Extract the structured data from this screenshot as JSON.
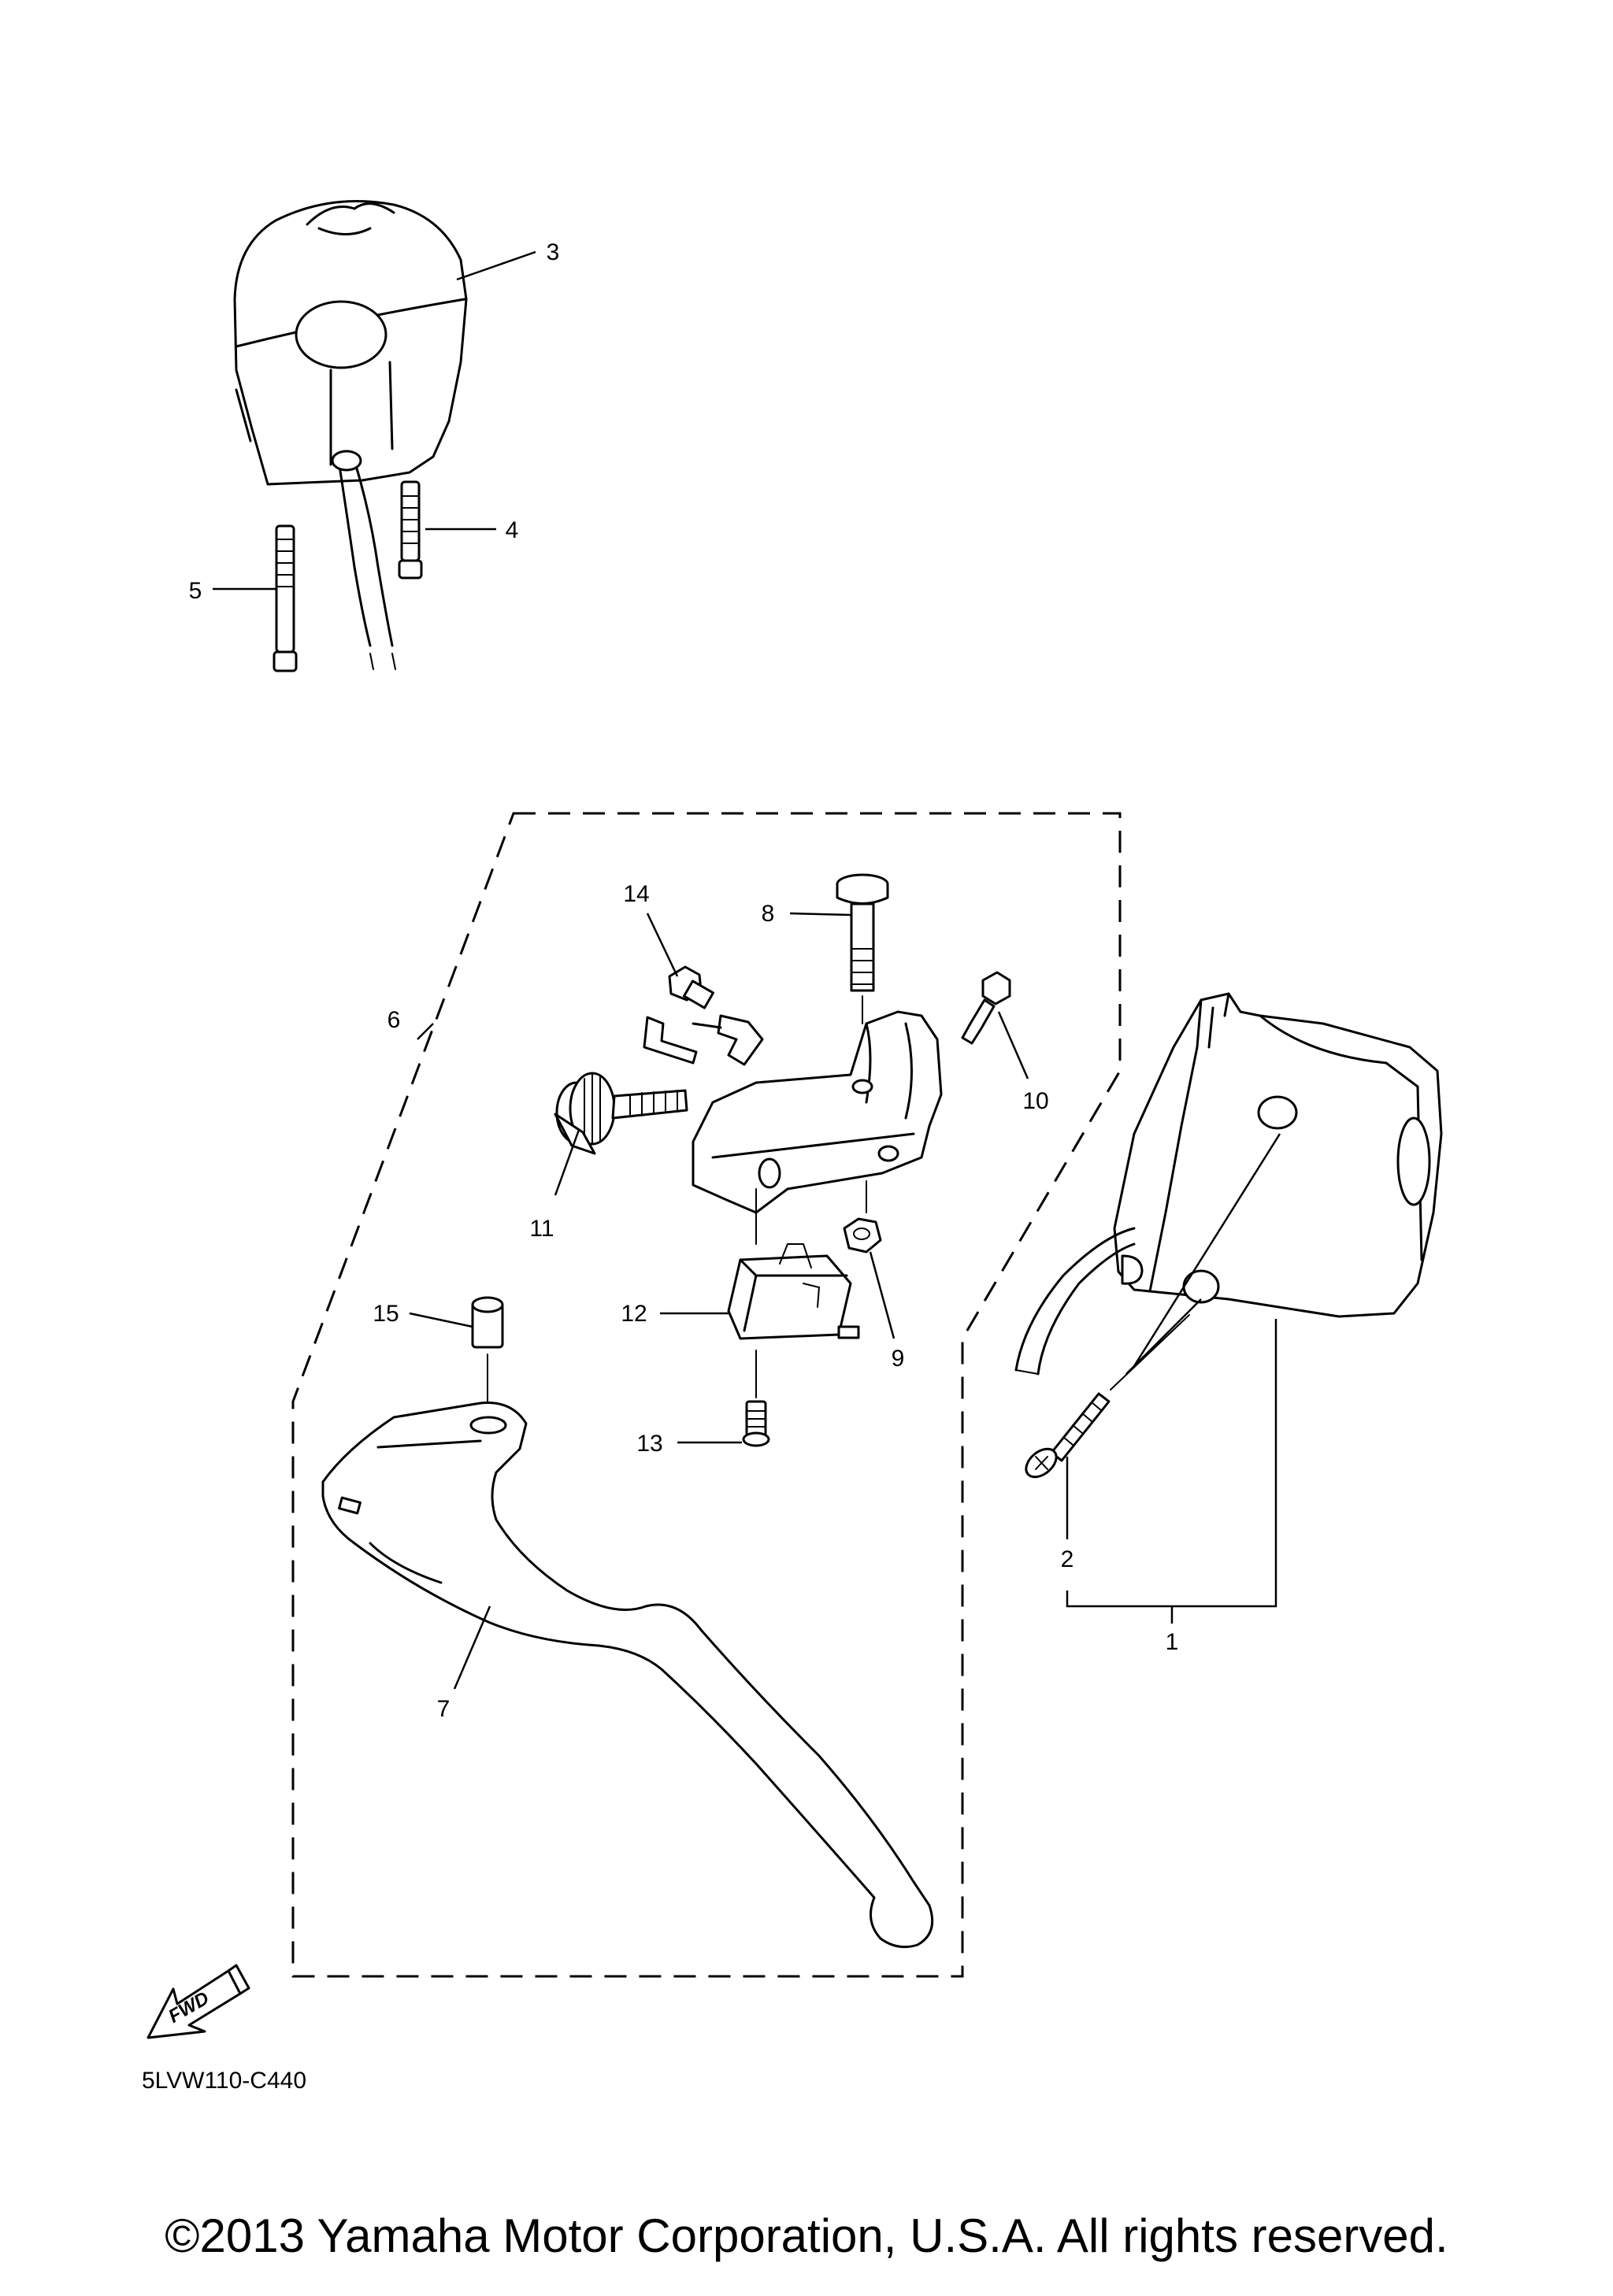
{
  "diagram": {
    "callouts": {
      "p1": "1",
      "p2": "2",
      "p3": "3",
      "p4": "4",
      "p5": "5",
      "p6": "6",
      "p7": "7",
      "p8": "8",
      "p9": "9",
      "p10": "10",
      "p11": "11",
      "p12": "12",
      "p13": "13",
      "p14": "14",
      "p15": "15"
    },
    "forward_label": "FWD",
    "drawing_code": "5LVW110-C440"
  },
  "footer": {
    "copyright": "©2013 Yamaha Motor Corporation, U.S.A. All rights reserved."
  }
}
